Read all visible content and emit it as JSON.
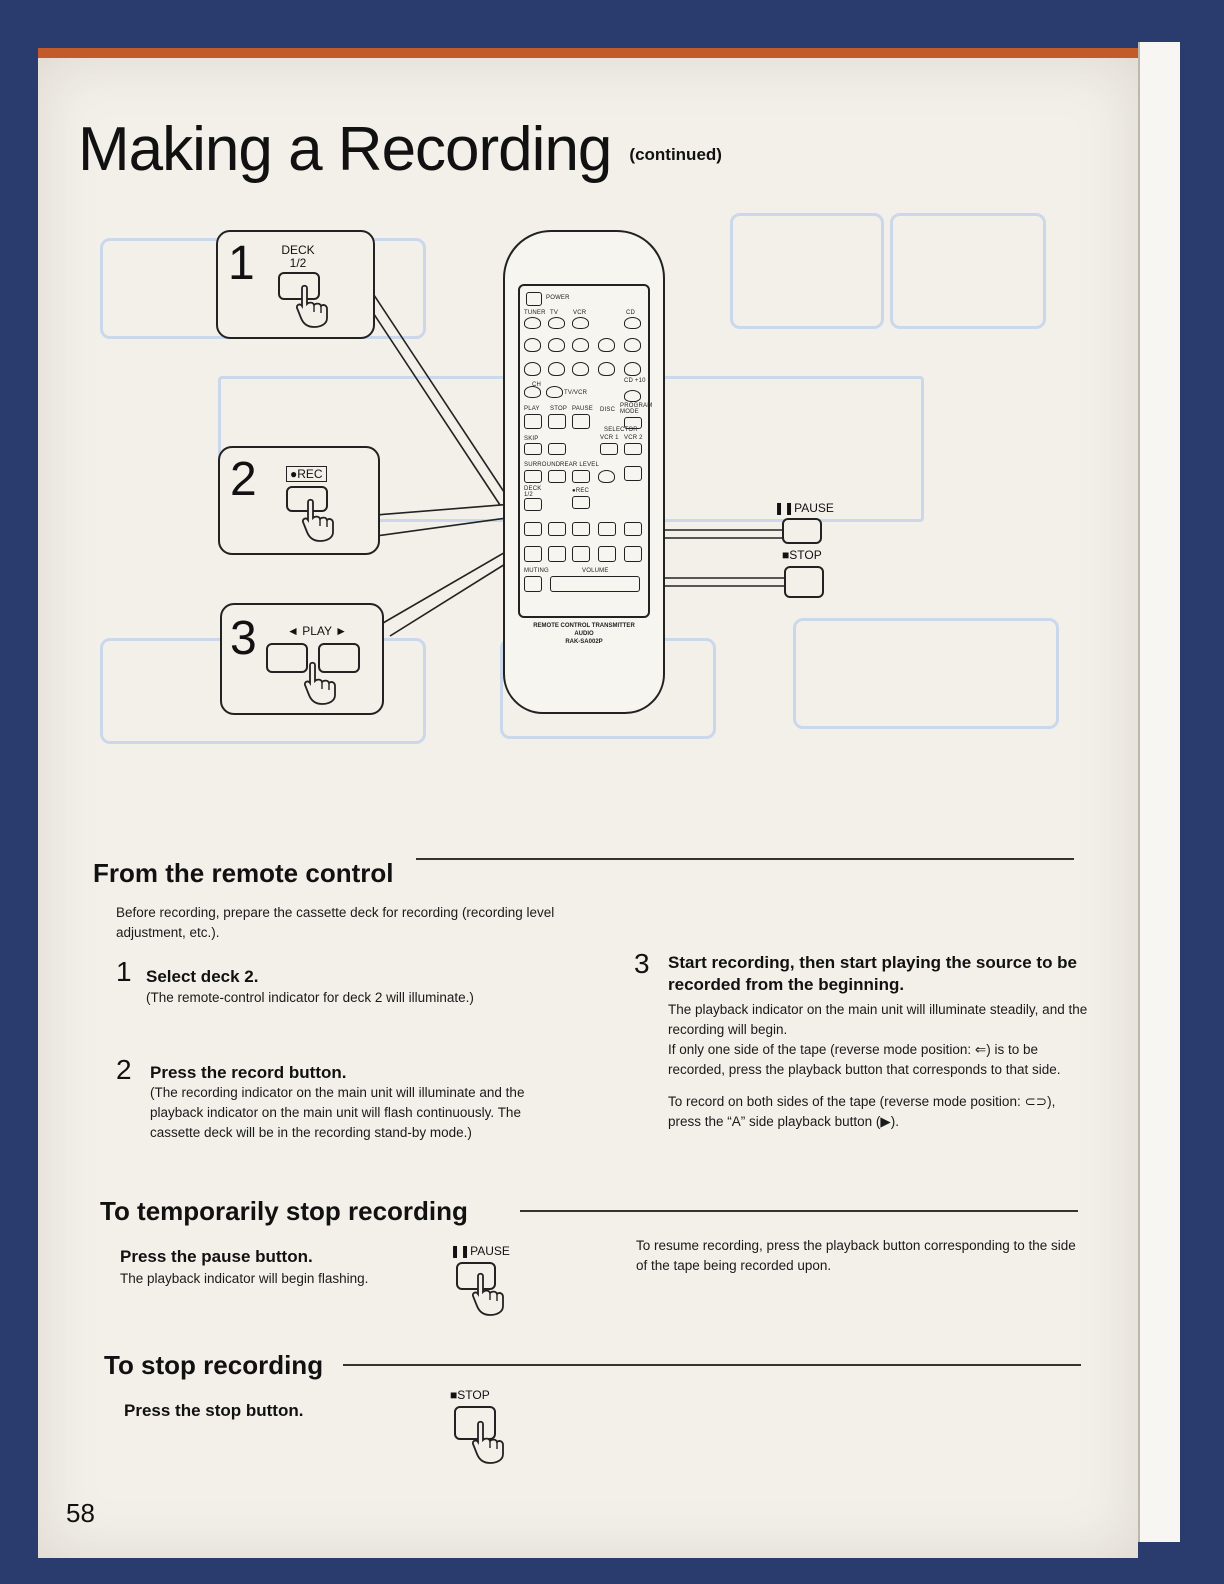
{
  "title": "Making a Recording",
  "title_suffix": "(continued)",
  "diagram": {
    "step1": {
      "number": "1",
      "label_line1": "DECK",
      "label_line2": "1/2"
    },
    "step2": {
      "number": "2",
      "label": "●REC"
    },
    "step3": {
      "number": "3",
      "label": "◄ PLAY ►"
    },
    "pause_label": "❚❚PAUSE",
    "stop_label": "■STOP",
    "remote": {
      "power": "POWER",
      "tuner": "TUNER",
      "tv": "TV",
      "vcr": "VCR",
      "cd": "CD",
      "tvvcr": "TV/VCR",
      "cd10": "CD +10",
      "ch": "CH",
      "play": "PLAY",
      "stop": "STOP",
      "pause": "PAUSE",
      "disc": "DISC",
      "program": "PROGRAM MODE",
      "selector": "SELECTOR",
      "vcr1": "VCR 1",
      "vcr2": "VCR 2",
      "skip": "SKIP",
      "surround": "SURROUND",
      "rear": "REAR LEVEL",
      "deck": "DECK 1/2",
      "rec": "●REC",
      "muting": "MUTING",
      "volume": "VOLUME",
      "footer1": "REMOTE CONTROL TRANSMITTER",
      "footer2": "AUDIO",
      "footer3": "RAK-SA002P"
    }
  },
  "section_remote": {
    "heading": "From the remote control",
    "intro": "Before recording, prepare the cassette deck for recording (recording level adjustment, etc.).",
    "steps": [
      {
        "num": "1",
        "head": "Select deck 2.",
        "body": "(The remote-control indicator for deck 2 will illuminate.)"
      },
      {
        "num": "2",
        "head": "Press the record button.",
        "body": "(The recording indicator on the main unit will illuminate and the playback indicator on the main unit will flash continuously. The cassette deck will be in the recording stand-by mode.)"
      },
      {
        "num": "3",
        "head": "Start recording, then start playing the source to be recorded from the beginning.",
        "body1": "The playback indicator on the main unit will illuminate steadily, and the recording will begin.",
        "body2": "If only one side of the tape (reverse mode position: ⇐) is to be recorded, press the playback button that corresponds to that side.",
        "body3": "To record on both sides of the tape (reverse mode position: ⊂⊃), press the “A” side playback button (▶)."
      }
    ]
  },
  "section_pause": {
    "heading": "To temporarily stop recording",
    "head": "Press the pause button.",
    "body": "The playback indicator will begin flashing.",
    "button_label": "❚❚PAUSE",
    "resume": "To resume recording, press the playback button corresponding to the side of the tape being recorded upon."
  },
  "section_stop": {
    "heading": "To stop recording",
    "head": "Press the stop button.",
    "button_label": "■STOP"
  },
  "page_number": "58"
}
